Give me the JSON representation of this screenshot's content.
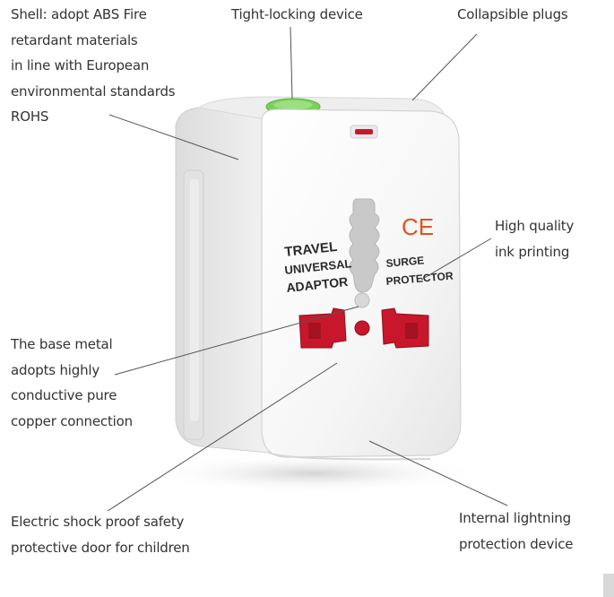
{
  "callouts": {
    "shell": "Shell: adopt ABS Fire\nretardant materials\nin line with European\nenvironmental standards\nROHS",
    "tight_locking": "Tight-locking device",
    "collapsible": "Collapsible plugs",
    "ink_printing": "High quality\nink printing",
    "base_metal": "The base metal\nadopts highly\nconductive pure\ncopper connection",
    "shock_proof": "Electric shock proof safety\nprotective door for children",
    "lightning": "Internal lightning\nprotection device"
  },
  "adapter_print": {
    "ce_mark": "CE",
    "travel_line1": "TRAVEL",
    "travel_line2": "UNIVERSAL",
    "travel_line3": "ADAPTOR",
    "surge_line1": "SURGE",
    "surge_line2": "PROTECTOR"
  },
  "colors": {
    "button_green": "#7ad15a",
    "socket_red": "#c8172b",
    "body_white": "#f7f7f7"
  }
}
